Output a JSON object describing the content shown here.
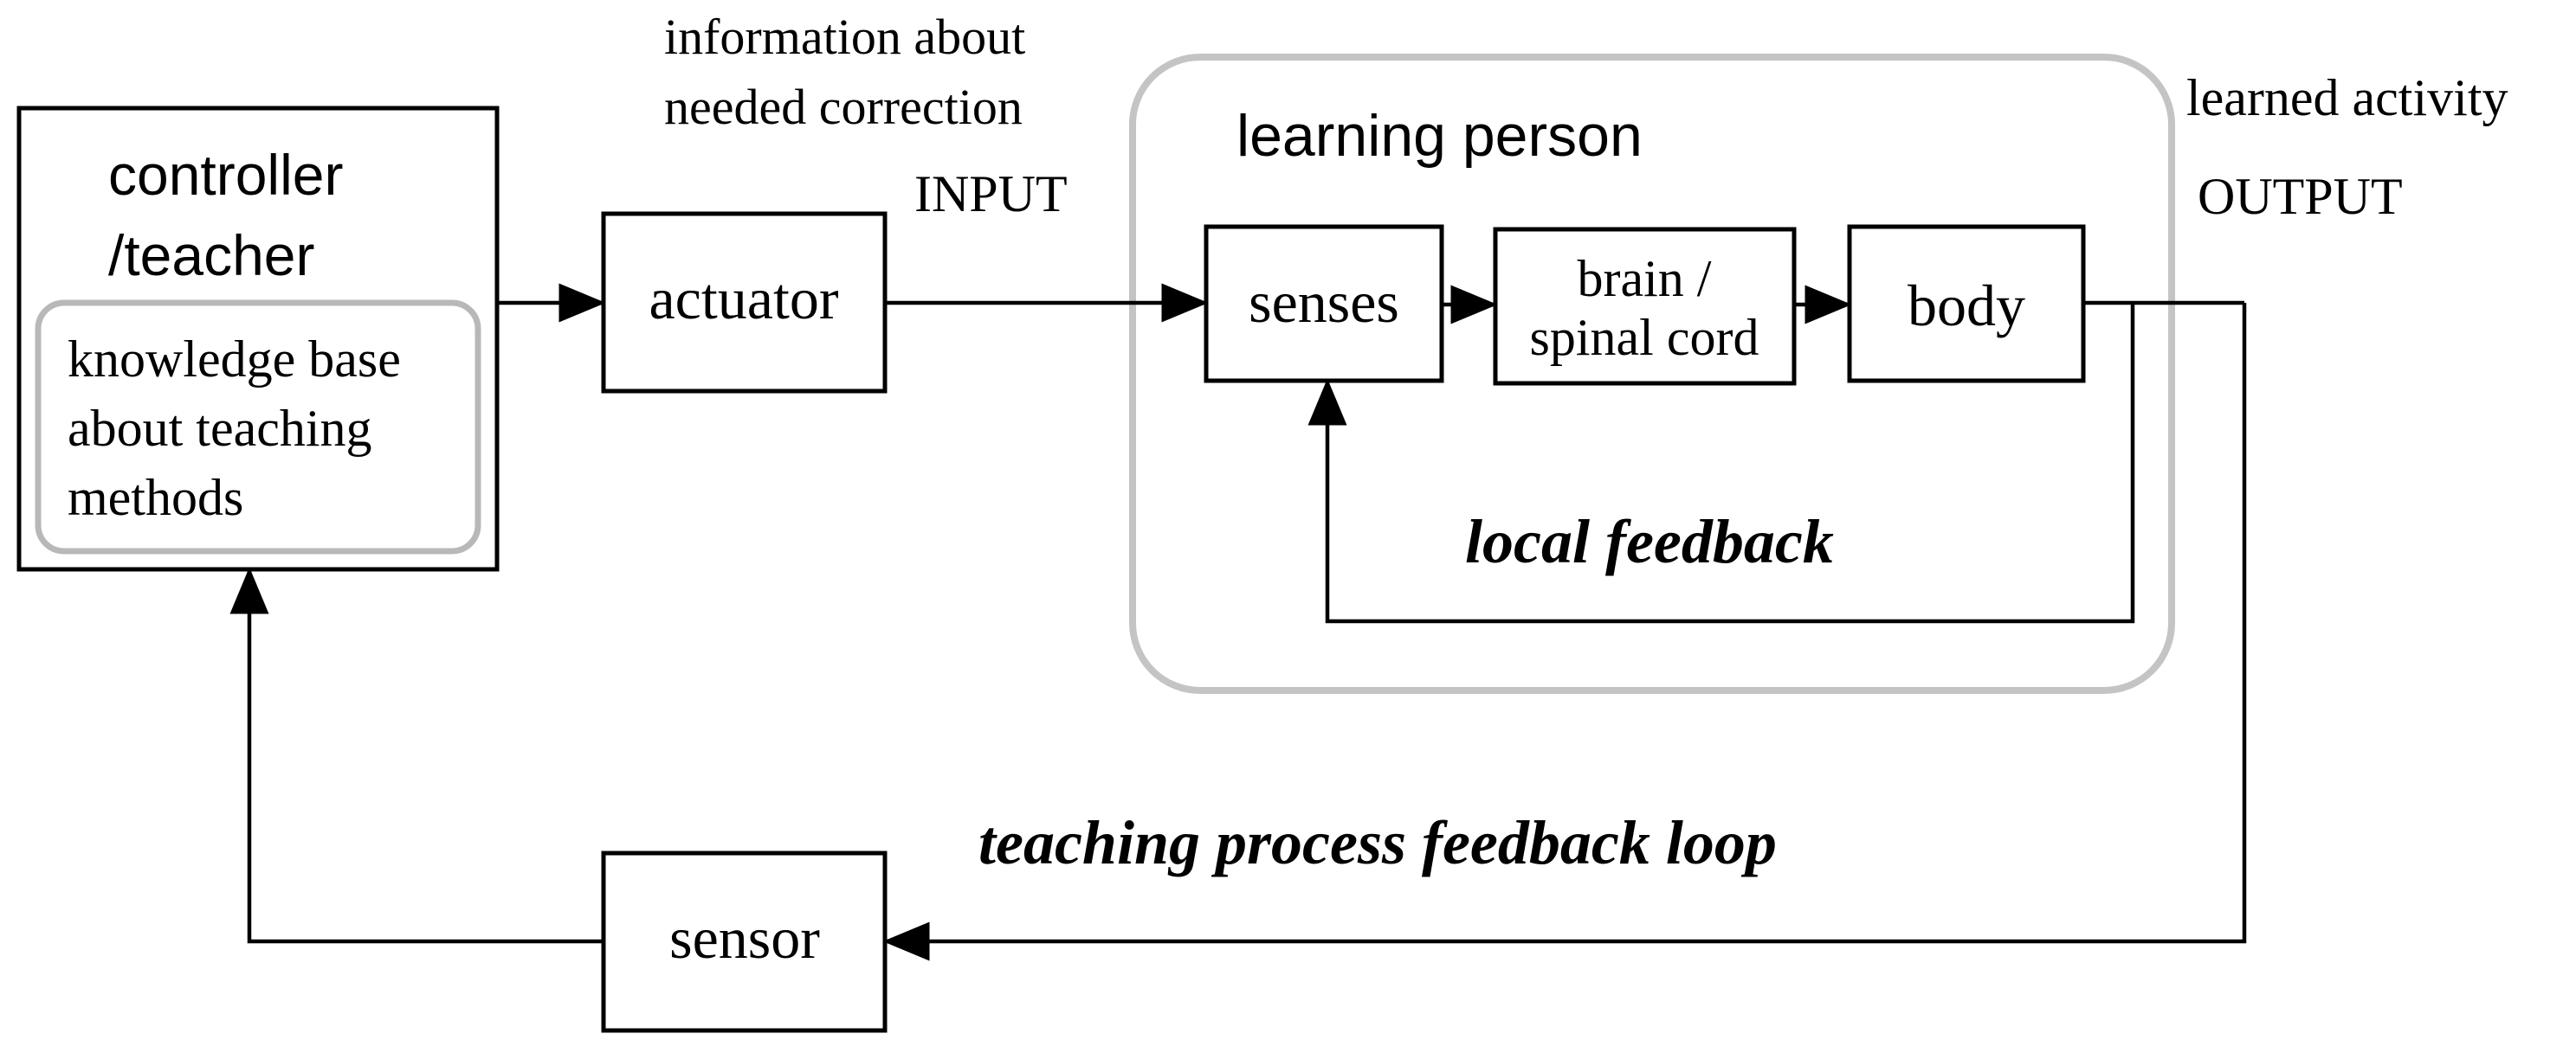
{
  "controller": {
    "line1": "controller",
    "line2": "/teacher",
    "knowledge_base": {
      "line1": "knowledge base",
      "line2": "about teaching",
      "line3": "methods"
    }
  },
  "actuator": {
    "label": "actuator"
  },
  "input_annotation": {
    "line1": "information about",
    "line2": "needed correction",
    "line3": "INPUT"
  },
  "learning_person": {
    "title": "learning person",
    "senses": "senses",
    "brain": {
      "line1": "brain /",
      "line2": "spinal cord"
    },
    "body": "body",
    "local_feedback": "local feedback"
  },
  "output_annotation": {
    "line1": "learned activity",
    "line2": "OUTPUT"
  },
  "sensor": {
    "label": "sensor"
  },
  "teaching_loop": {
    "label": "teaching process feedback loop"
  }
}
